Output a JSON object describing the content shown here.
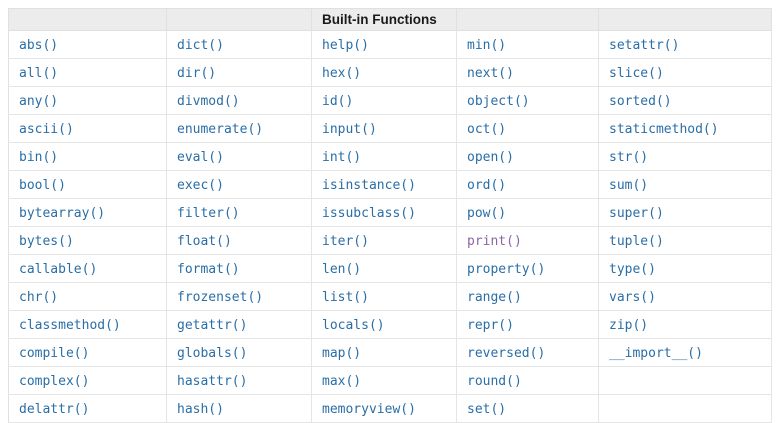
{
  "table": {
    "title": "Built-in Functions",
    "title_column_index": 2,
    "header_cells": [
      "",
      "",
      "Built-in Functions",
      "",
      ""
    ],
    "columns": [
      {
        "name": "column-1",
        "cells": [
          "abs()",
          "all()",
          "any()",
          "ascii()",
          "bin()",
          "bool()",
          "bytearray()",
          "bytes()",
          "callable()",
          "chr()",
          "classmethod()",
          "compile()",
          "complex()",
          "delattr()"
        ]
      },
      {
        "name": "column-2",
        "cells": [
          "dict()",
          "dir()",
          "divmod()",
          "enumerate()",
          "eval()",
          "exec()",
          "filter()",
          "float()",
          "format()",
          "frozenset()",
          "getattr()",
          "globals()",
          "hasattr()",
          "hash()"
        ]
      },
      {
        "name": "column-3",
        "cells": [
          "help()",
          "hex()",
          "id()",
          "input()",
          "int()",
          "isinstance()",
          "issubclass()",
          "iter()",
          "len()",
          "list()",
          "locals()",
          "map()",
          "max()",
          "memoryview()"
        ]
      },
      {
        "name": "column-4",
        "cells": [
          "min()",
          "next()",
          "object()",
          "oct()",
          "open()",
          "ord()",
          "pow()",
          "print()",
          "property()",
          "range()",
          "repr()",
          "reversed()",
          "round()",
          "set()"
        ]
      },
      {
        "name": "column-5",
        "cells": [
          "setattr()",
          "slice()",
          "sorted()",
          "staticmethod()",
          "str()",
          "sum()",
          "super()",
          "tuple()",
          "type()",
          "vars()",
          "zip()",
          "__import__()",
          "",
          ""
        ]
      }
    ],
    "visited_links": [
      "print()"
    ],
    "row_count": 14,
    "column_count": 5
  },
  "colors": {
    "link": "#2a6ea6",
    "visited_link": "#8d64a8",
    "header_background": "#ececec",
    "header_text": "#1a1a1a",
    "border": "#e5e5e5",
    "cell_background": "#ffffff"
  }
}
